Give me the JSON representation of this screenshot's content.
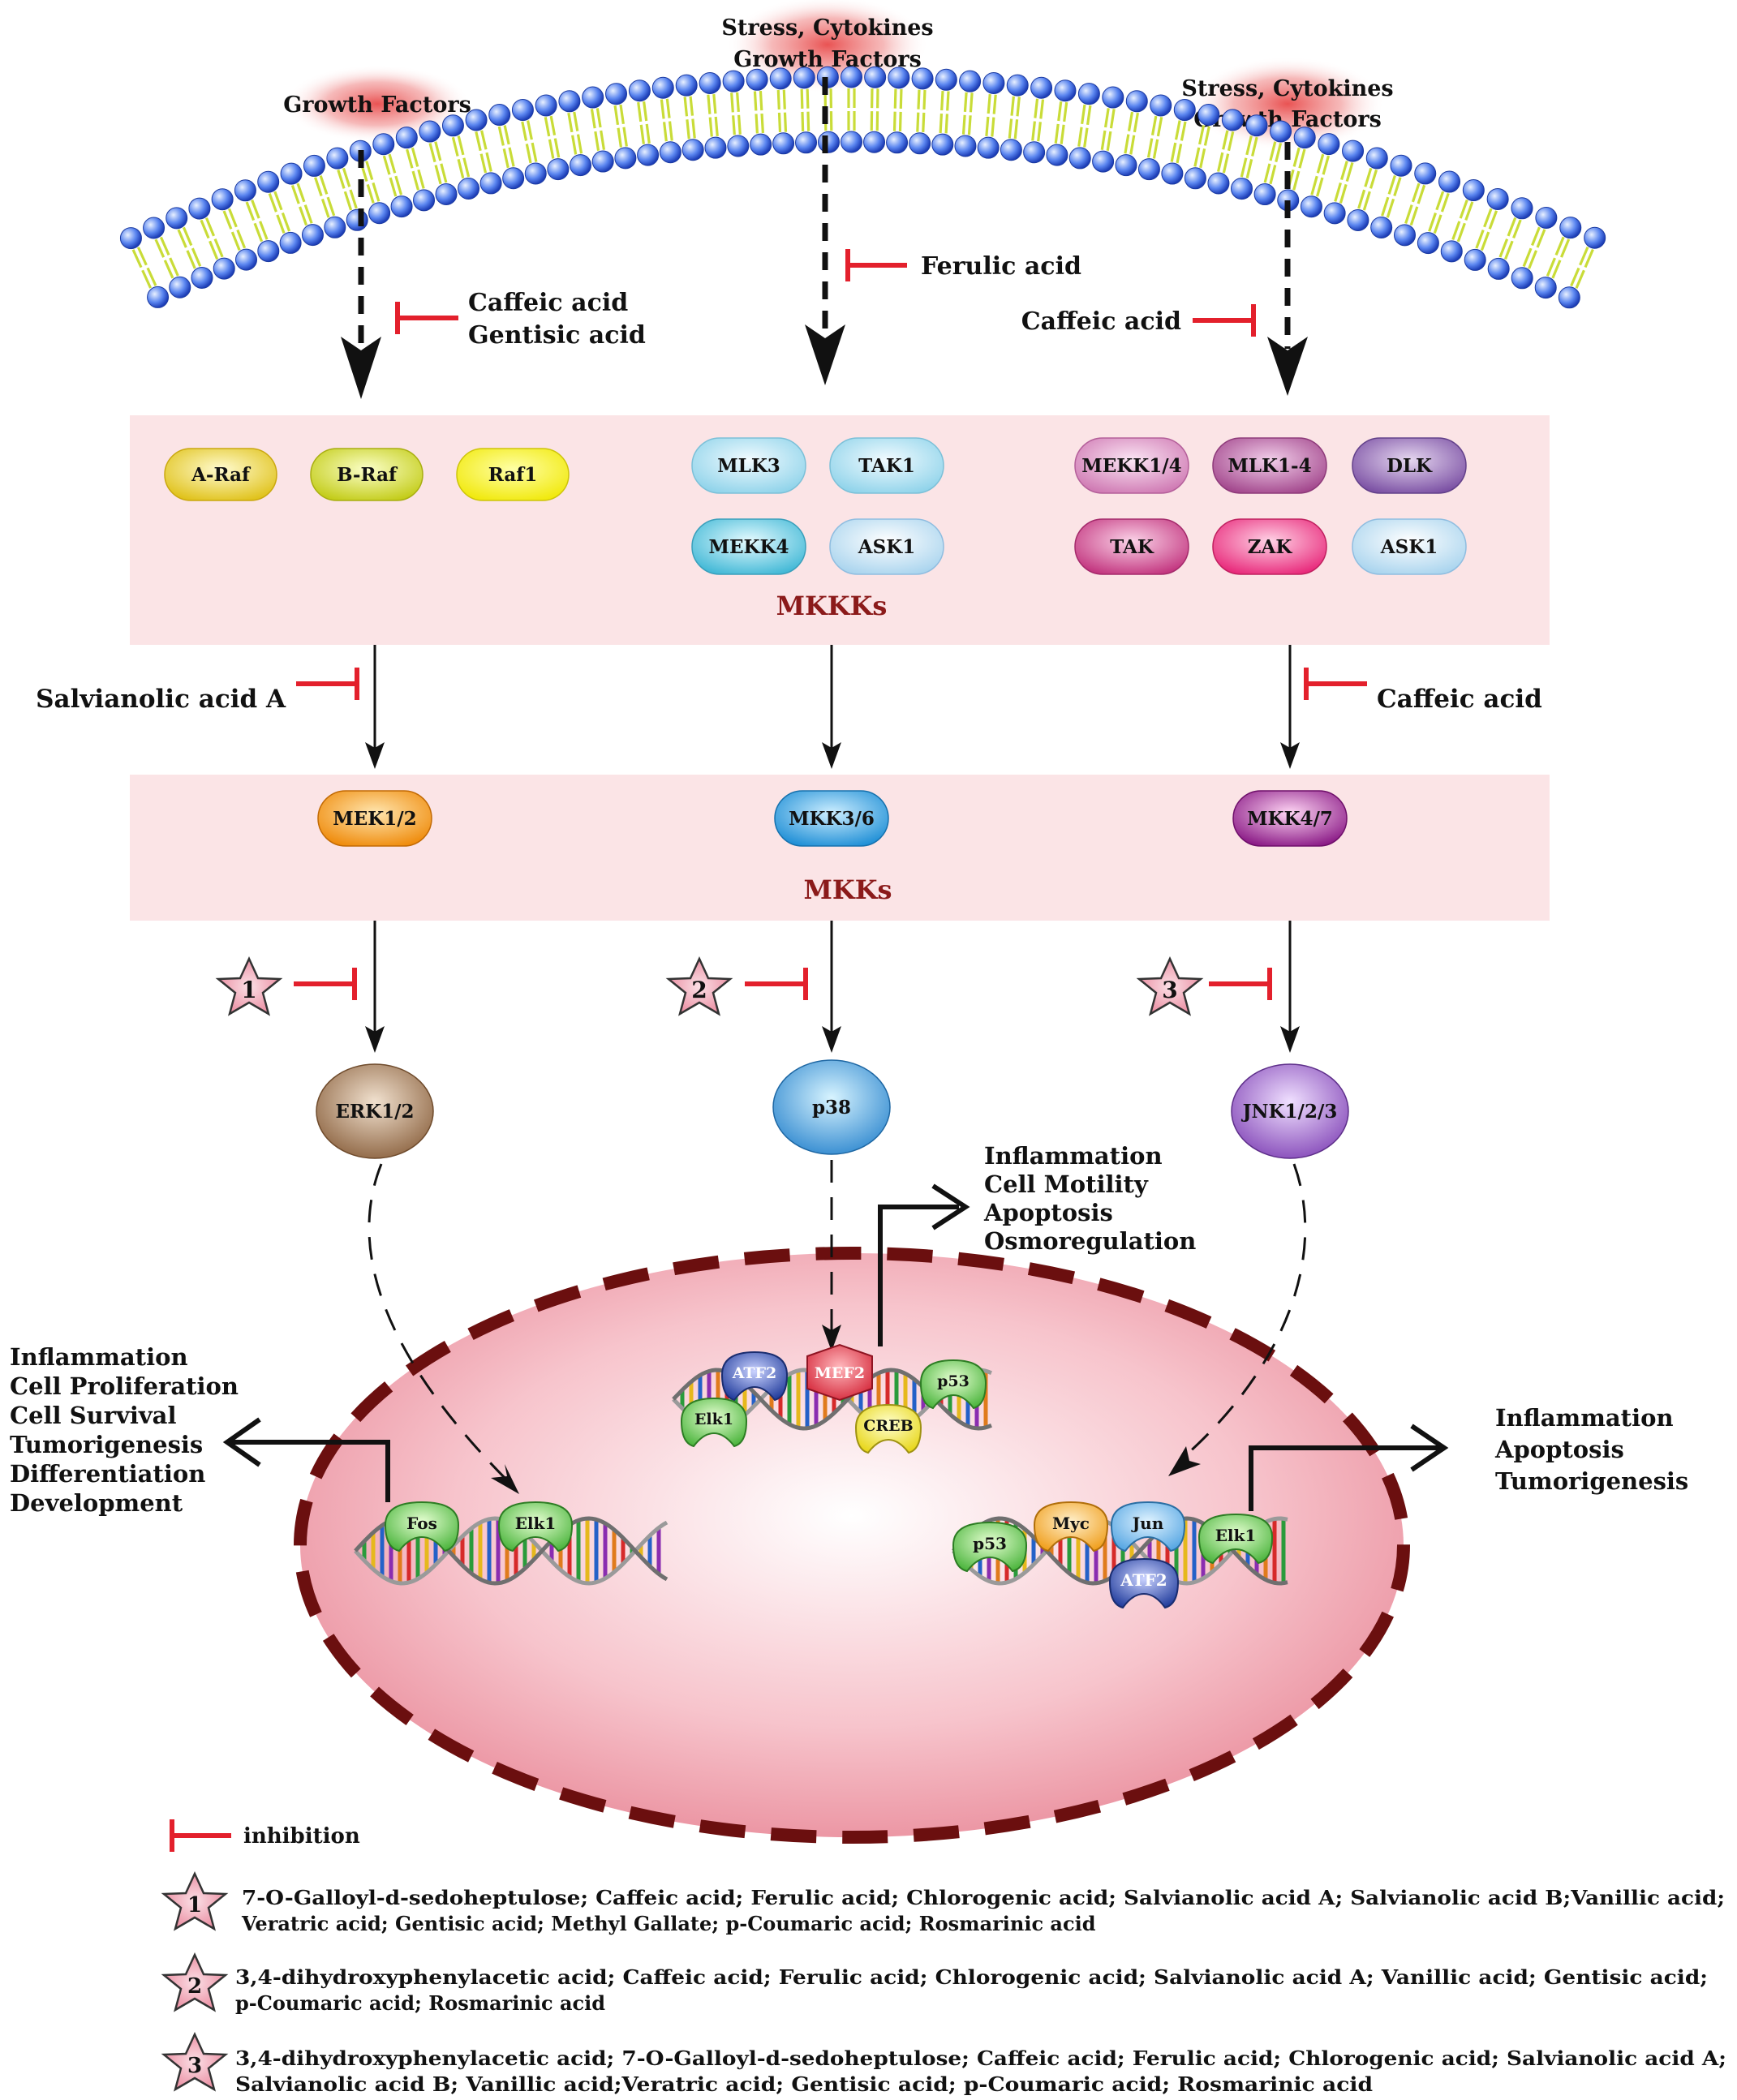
{
  "signals": {
    "left": [
      "Growth Factors"
    ],
    "middle": [
      "Stress, Cytokines",
      "Growth Factors"
    ],
    "right": [
      "Stress, Cytokines",
      "Growth Factors"
    ]
  },
  "membrane_inhibitors": {
    "left": [
      "Caffeic acid",
      "Gentisic acid"
    ],
    "middle": [
      "Ferulic acid"
    ],
    "right": [
      "Caffeic acid"
    ]
  },
  "mkkk_panel": {
    "label": "MKKKs",
    "erk_branch": [
      "A-Raf",
      "B-Raf",
      "Raf1"
    ],
    "p38_branch": [
      "MLK3",
      "TAK1",
      "MEKK4",
      "ASK1"
    ],
    "jnk_branch": [
      "MEKK1/4",
      "MLK1-4",
      "DLK",
      "TAK",
      "ZAK",
      "ASK1"
    ]
  },
  "mkk_inhibitors": {
    "left": "Salvianolic acid A",
    "right": "Caffeic acid"
  },
  "mkk_panel": {
    "label": "MKKs",
    "items": [
      "MEK1/2",
      "MKK3/6",
      "MKK4/7"
    ]
  },
  "stars": [
    "1",
    "2",
    "3"
  ],
  "mapks": [
    "ERK1/2",
    "p38",
    "JNK1/2/3"
  ],
  "outcomes": {
    "erk": [
      "Inflammation",
      "Cell Proliferation",
      "Cell Survival",
      "Tumorigenesis",
      "Differentiation",
      "Development"
    ],
    "p38": [
      "Inflammation",
      "Cell Motility",
      "Apoptosis",
      "Osmoregulation"
    ],
    "jnk": [
      "Inflammation",
      "Apoptosis",
      "Tumorigenesis"
    ]
  },
  "transcription_factors": {
    "erk": [
      "Fos",
      "Elk1"
    ],
    "p38": [
      "ATF2",
      "MEF2",
      "p53",
      "Elk1",
      "CREB"
    ],
    "jnk": [
      "p53",
      "Myc",
      "Jun",
      "ATF2",
      "Elk1"
    ]
  },
  "legend": {
    "inhibition": "inhibition",
    "entries": [
      {
        "star": "1",
        "lines": [
          "7-O-Galloyl-d-sedoheptulose; Caffeic acid; Ferulic acid; Chlorogenic acid; Salvianolic acid A; Salvianolic acid B;Vanillic acid;",
          "Veratric acid; Gentisic acid; Methyl Gallate; p-Coumaric acid; Rosmarinic acid"
        ]
      },
      {
        "star": "2",
        "lines": [
          "3,4-dihydroxyphenylacetic acid; Caffeic acid; Ferulic acid; Chlorogenic acid; Salvianolic acid A; Vanillic acid; Gentisic acid;",
          "p-Coumaric acid; Rosmarinic acid"
        ]
      },
      {
        "star": "3",
        "lines": [
          "3,4-dihydroxyphenylacetic acid; 7-O-Galloyl-d-sedoheptulose; Caffeic acid; Ferulic acid; Chlorogenic acid; Salvianolic acid A;",
          "Salvianolic acid B; Vanillic acid;Veratric acid; Gentisic acid; p-Coumaric acid; Rosmarinic acid"
        ]
      }
    ]
  },
  "colors": {
    "inhibitor_red": "#e3202c",
    "panel_pink": "#fbe4e6",
    "panel_label": "#8b1a1a",
    "nucleus_border": "#6b0f0f",
    "membrane_head": "#3f6fe8",
    "membrane_tail": "#c9dc38"
  }
}
